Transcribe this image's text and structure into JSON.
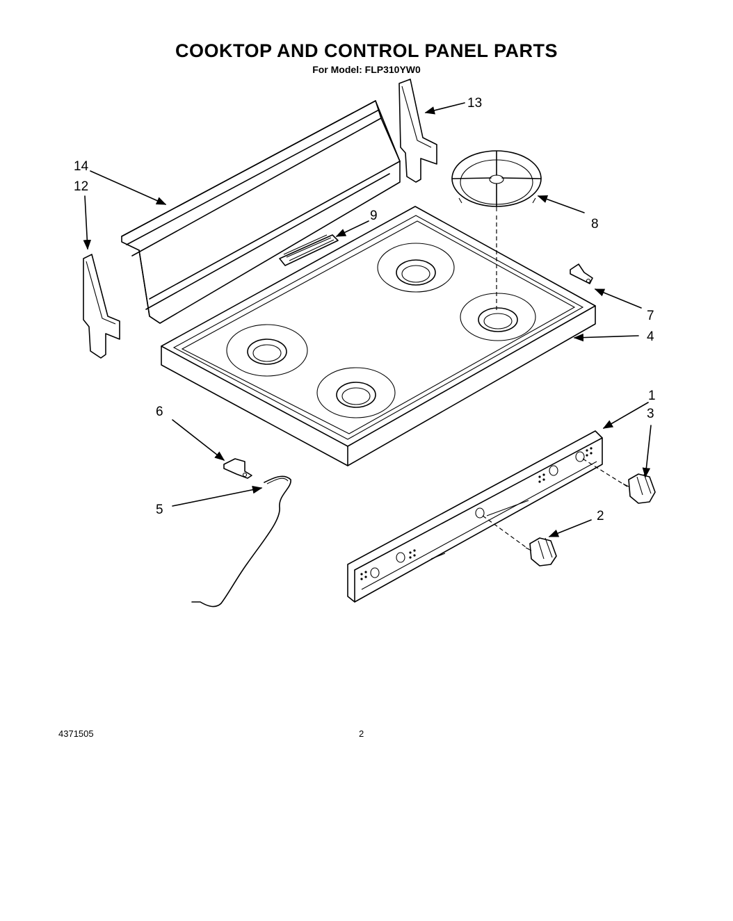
{
  "header": {
    "title": "COOKTOP AND CONTROL PANEL PARTS",
    "subtitle": "For Model: FLP310YW0"
  },
  "callouts": {
    "c1": "1",
    "c2": "2",
    "c3": "3",
    "c4": "4",
    "c5": "5",
    "c6": "6",
    "c7": "7",
    "c8": "8",
    "c9": "9",
    "c12": "12",
    "c13": "13",
    "c14": "14"
  },
  "footer": {
    "doc_number": "4371505",
    "page_number": "2"
  }
}
